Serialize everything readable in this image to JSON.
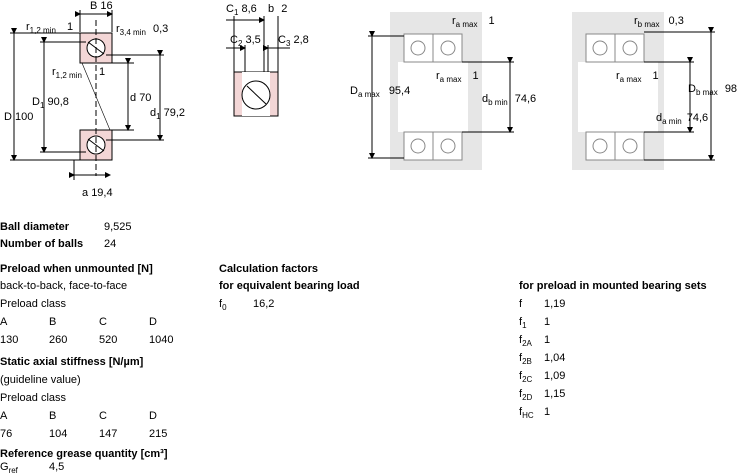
{
  "diagrams": {
    "section": {
      "B": "B",
      "B_val": "16",
      "r12": "r",
      "r12_sub": "1,2 min",
      "r12_val": "1",
      "r34": "r",
      "r34_sub": "3,4 min",
      "r34_val": "0,3",
      "r12b": "r",
      "r12b_sub": "1,2 min",
      "r12b_val": "1",
      "D": "D",
      "D_val": "100",
      "D1": "D",
      "D1_sub": "1",
      "D1_val": "90,8",
      "d": "d",
      "d_val": "70",
      "d1": "d",
      "d1_sub": "1",
      "d1_val": "79,2",
      "a": "a",
      "a_val": "19,4"
    },
    "detail": {
      "C1": "C",
      "C1_sub": "1",
      "C1_val": "8,6",
      "b": "b",
      "b_val": "2",
      "C2": "C",
      "C2_sub": "2",
      "C2_val": "3,5",
      "C3": "C",
      "C3_sub": "3",
      "C3_val": "2,8"
    },
    "mount1": {
      "ra_top": "r",
      "ra_top_sub": "a max",
      "ra_top_val": "1",
      "ra_mid": "r",
      "ra_mid_sub": "a max",
      "ra_mid_val": "1",
      "Da": "D",
      "Da_sub": "a max",
      "Da_val": "95,4",
      "db": "d",
      "db_sub": "b min",
      "db_val": "74,6"
    },
    "mount2": {
      "rb_top": "r",
      "rb_top_sub": "b max",
      "rb_top_val": "0,3",
      "ra_mid": "r",
      "ra_mid_sub": "a max",
      "ra_mid_val": "1",
      "Db": "D",
      "Db_sub": "b max",
      "Db_val": "98",
      "da": "d",
      "da_sub": "a min",
      "da_val": "74,6"
    }
  },
  "ball": {
    "diameter_label": "Ball diameter",
    "diameter_value": "9,525",
    "count_label": "Number of balls",
    "count_value": "24"
  },
  "preload": {
    "heading": "Preload when unmounted [N]",
    "arrangement": "back-to-back, face-to-face",
    "class_label": "Preload class",
    "classes": [
      "A",
      "B",
      "C",
      "D"
    ],
    "values": [
      "130",
      "260",
      "520",
      "1040"
    ]
  },
  "stiffness": {
    "heading": "Static axial stiffness [N/µm]",
    "note": "(guideline value)",
    "class_label": "Preload class",
    "classes": [
      "A",
      "B",
      "C",
      "D"
    ],
    "values": [
      "76",
      "104",
      "147",
      "215"
    ]
  },
  "grease": {
    "heading": "Reference grease quantity [cm³]",
    "symbol": "G",
    "symbol_sub": "ref",
    "value": "4,5"
  },
  "calc": {
    "heading": "Calculation factors",
    "sub_heading": "for equivalent bearing load",
    "f0_symbol": "f",
    "f0_sub": "0",
    "f0_value": "16,2"
  },
  "mounted": {
    "heading": "for preload in mounted bearing sets",
    "factors": [
      {
        "symbol": "f",
        "sub": "",
        "value": "1,19"
      },
      {
        "symbol": "f",
        "sub": "1",
        "value": "1"
      },
      {
        "symbol": "f",
        "sub": "2A",
        "value": "1"
      },
      {
        "symbol": "f",
        "sub": "2B",
        "value": "1,04"
      },
      {
        "symbol": "f",
        "sub": "2C",
        "value": "1,09"
      },
      {
        "symbol": "f",
        "sub": "2D",
        "value": "1,15"
      },
      {
        "symbol": "f",
        "sub": "HC",
        "value": "1"
      }
    ]
  }
}
